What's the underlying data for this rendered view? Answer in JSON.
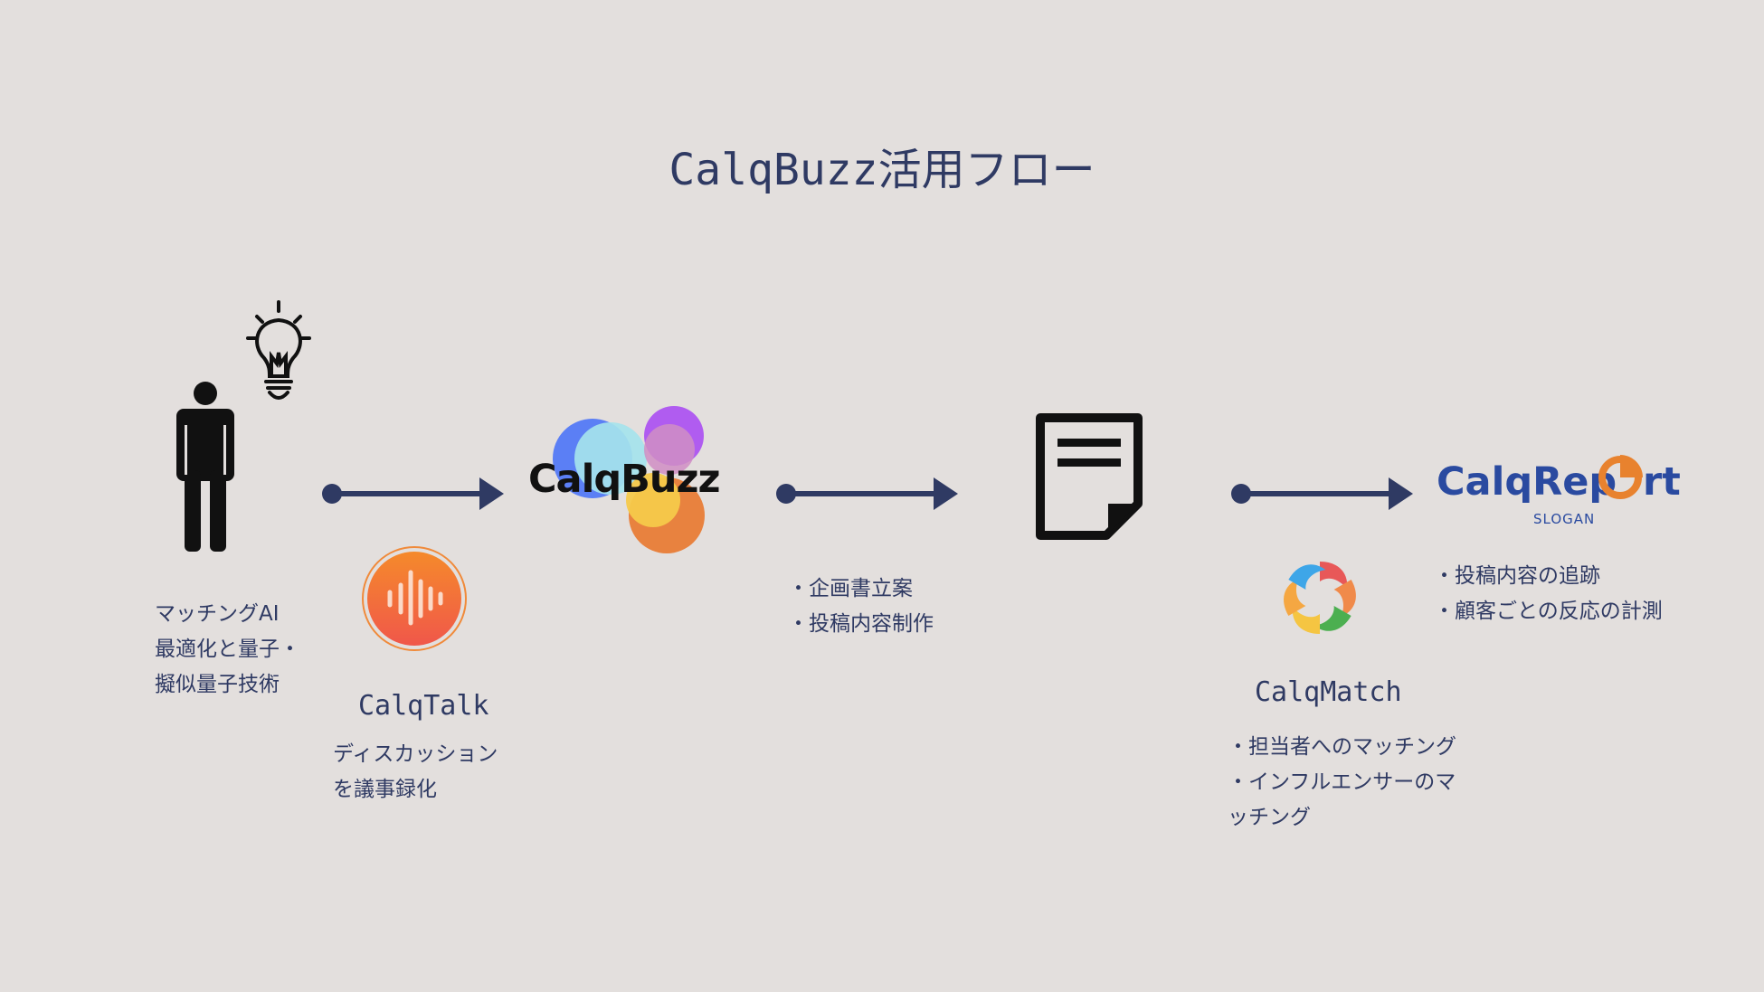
{
  "title": "CalqBuzz活用フロー",
  "person": {
    "icon": "person-with-lightbulb-icon",
    "lines": [
      "マッチングAI",
      "最適化と量子・",
      "擬似量子技術"
    ]
  },
  "calqtalk": {
    "icon": "audio-waveform-icon",
    "name": "CalqTalk",
    "lines": [
      "ディスカッション",
      "を議事録化"
    ]
  },
  "calqbuzz_logo": {
    "text": "CalqBuzz",
    "colors": [
      "#5b7ff5",
      "#a5e3ec",
      "#b05cf0",
      "#f5c94a",
      "#e8823f"
    ]
  },
  "planning": {
    "lines": [
      "・企画書立案",
      "・投稿内容制作"
    ]
  },
  "document": {
    "icon": "document-icon"
  },
  "calqmatch": {
    "icon": "pinwheel-logo-icon",
    "name": "CalqMatch",
    "lines": [
      "・担当者へのマッチング",
      "・インフルエンサーのマ",
      "ッチング"
    ]
  },
  "calqreport": {
    "logo_text_a": "CalqRep",
    "logo_text_b": "rt",
    "slogan": "SLOGAN",
    "lines": [
      "・投稿内容の追跡",
      "・顧客ごとの反応の計測"
    ],
    "brand_color": "#2a4aa0",
    "accent_color": "#e8822e"
  },
  "arrow_color": "#2f3a63"
}
